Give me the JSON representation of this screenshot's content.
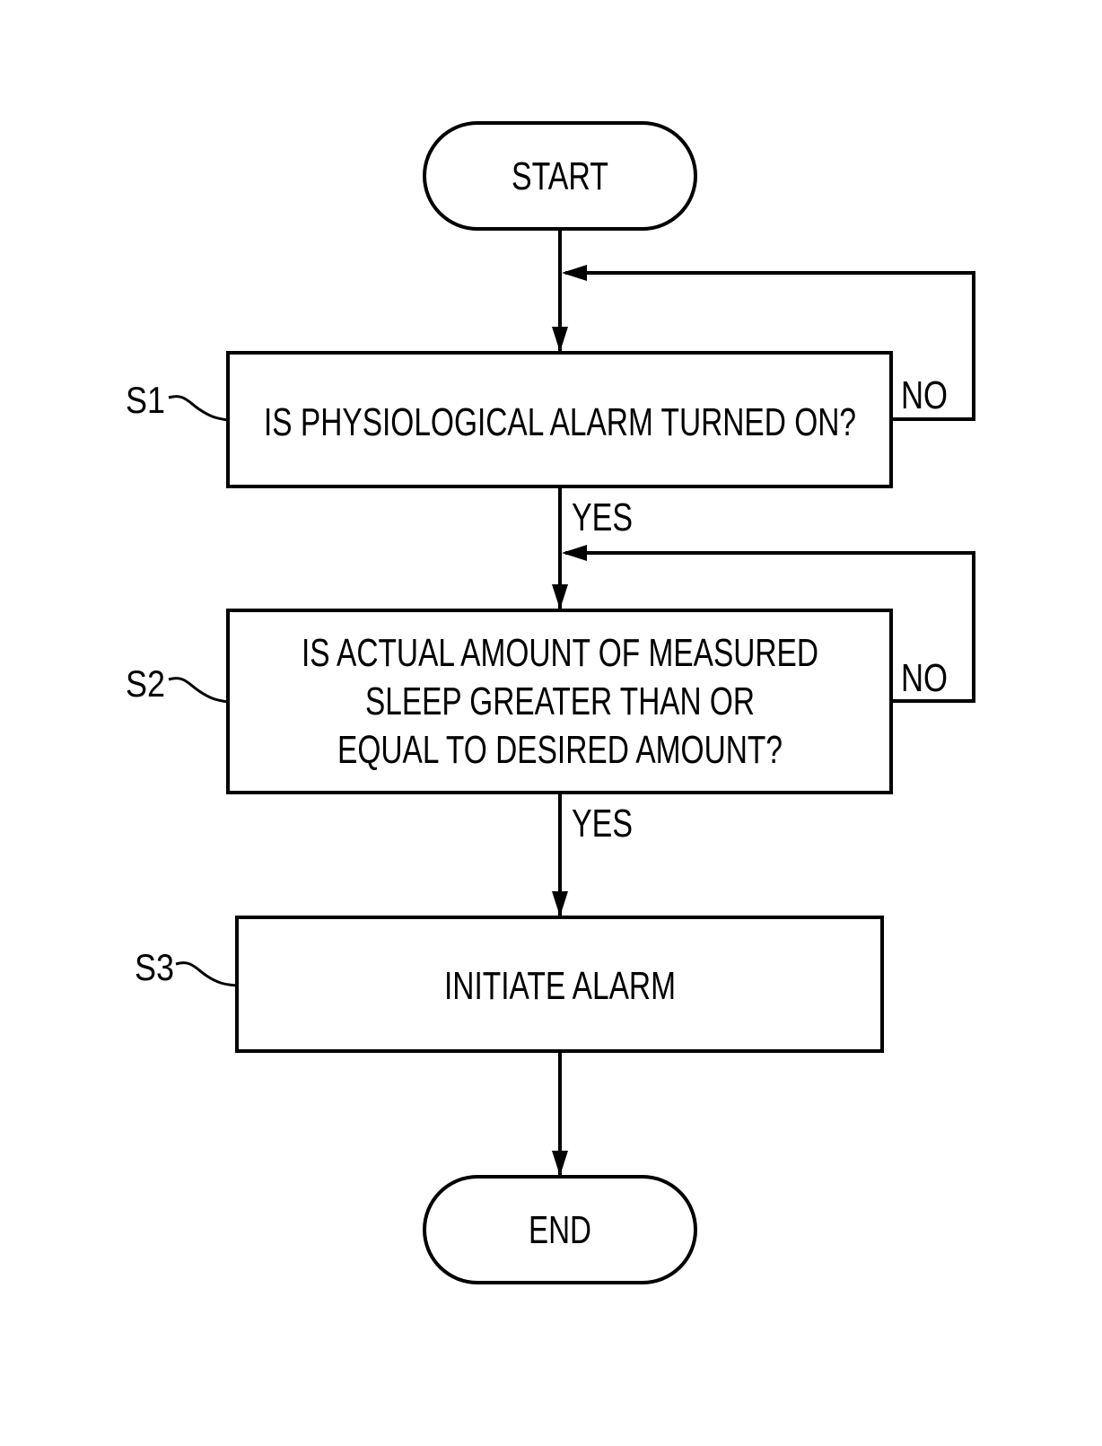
{
  "terminals": {
    "start": "START",
    "end": "END"
  },
  "steps": {
    "s1": {
      "id": "S1",
      "text": "IS PHYSIOLOGICAL ALARM TURNED ON?"
    },
    "s2": {
      "id": "S2",
      "lines": [
        "IS ACTUAL AMOUNT OF MEASURED",
        "SLEEP GREATER THAN OR",
        "EQUAL TO DESIRED AMOUNT?"
      ]
    },
    "s3": {
      "id": "S3",
      "text": "INITIATE ALARM"
    }
  },
  "branches": {
    "s1_yes": "YES",
    "s1_no": "NO",
    "s2_yes": "YES",
    "s2_no": "NO"
  },
  "colors": {
    "stroke": "#000000",
    "background": "#ffffff"
  }
}
